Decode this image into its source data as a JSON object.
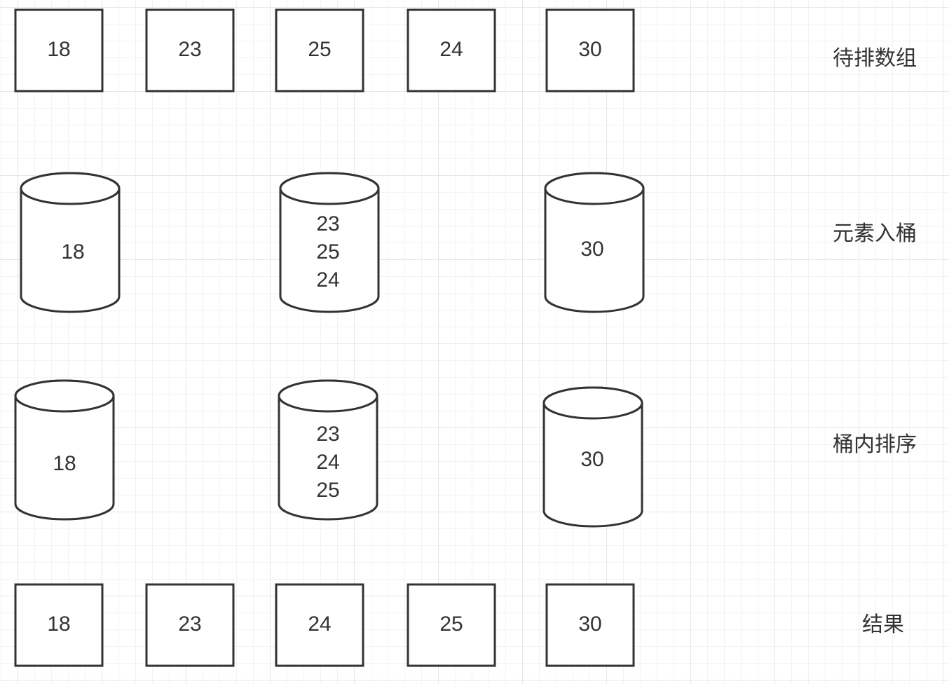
{
  "diagram": {
    "rows": [
      {
        "label": "待排数组",
        "kind": "boxes",
        "items": [
          "18",
          "23",
          "25",
          "24",
          "30"
        ]
      },
      {
        "label": "元素入桶",
        "kind": "buckets",
        "buckets": [
          [
            "18"
          ],
          [
            "23",
            "25",
            "24"
          ],
          [
            "30"
          ]
        ]
      },
      {
        "label": "桶内排序",
        "kind": "buckets",
        "buckets": [
          [
            "18"
          ],
          [
            "23",
            "24",
            "25"
          ],
          [
            "30"
          ]
        ]
      },
      {
        "label": "结果",
        "kind": "boxes",
        "items": [
          "18",
          "23",
          "24",
          "25",
          "30"
        ]
      }
    ],
    "colors": {
      "stroke": "#333333",
      "fill": "#ffffff",
      "grid_major": "#e6e6e6",
      "grid_minor": "#f3f3f3"
    }
  }
}
